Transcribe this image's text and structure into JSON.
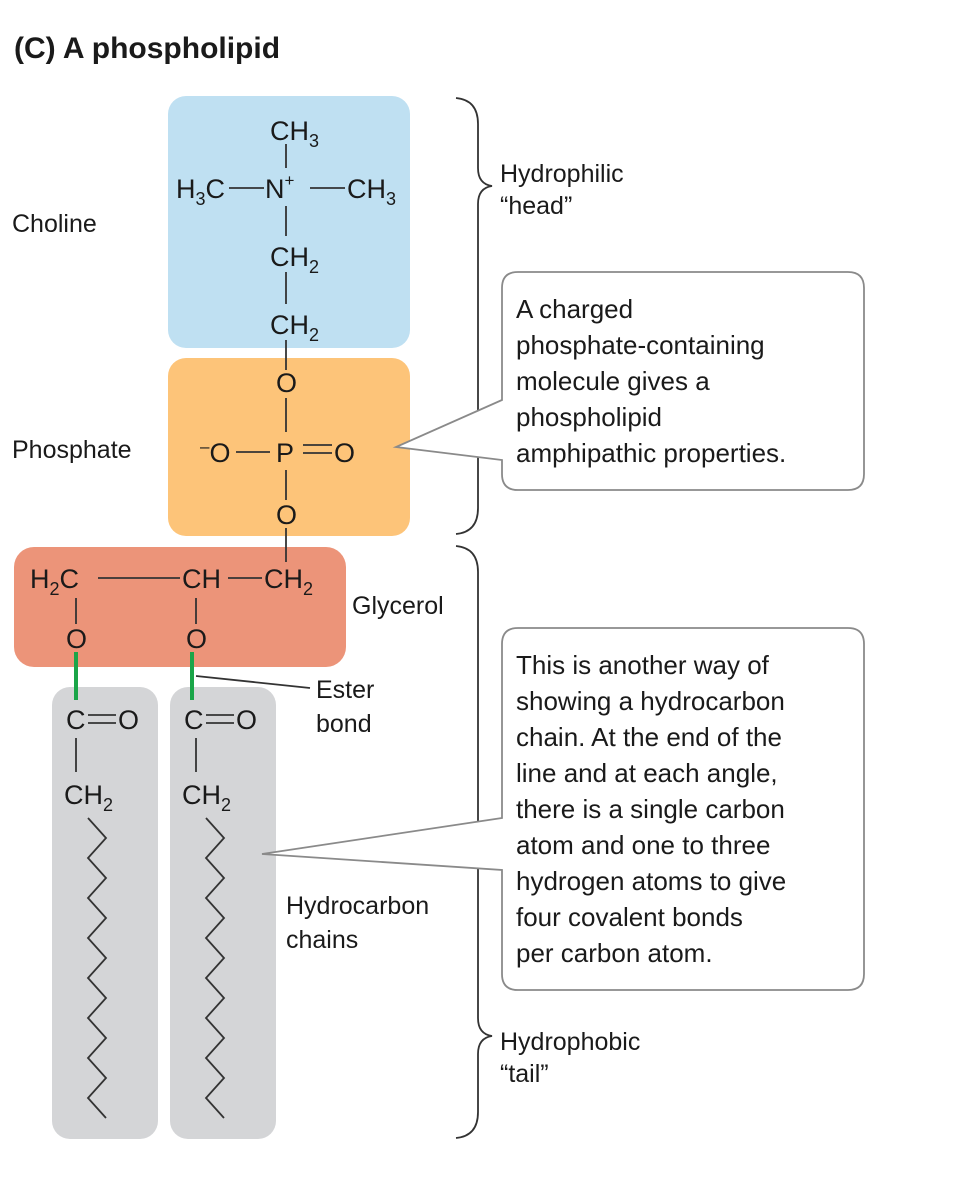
{
  "title": "(C)  A phospholipid",
  "atoms": {
    "ch3_top": "CH",
    "h3c_left": "H",
    "h3c_c": "C",
    "n_plus": "N",
    "ch3_right": "CH",
    "sub_3": "3",
    "sup_plus": "+",
    "ch2": "CH",
    "sub_2": "2",
    "o": "O",
    "o_minus_sup": "–",
    "p": "P",
    "h2c_glyc": "H",
    "h2c_c": "C",
    "ch_glyc": "CH",
    "c_eq_o": "C",
    "equals_o": "O"
  },
  "labels": {
    "choline": "Choline",
    "phosphate": "Phosphate",
    "glycerol": "Glycerol",
    "ester_line1": "Ester",
    "ester_line2": "bond",
    "hydrocarbon_line1": "Hydrocarbon",
    "hydrocarbon_line2": "chains",
    "hydrophilic_line1": "Hydrophilic",
    "hydrophilic_line2": "“head”",
    "hydrophobic_line1": "Hydrophobic",
    "hydrophobic_line2": "“tail”"
  },
  "callouts": {
    "charged": [
      "A charged",
      "phosphate-containing",
      "molecule gives a",
      "phospholipid",
      "amphipathic properties."
    ],
    "hydrocarbon": [
      "This is another way of",
      "showing a hydrocarbon",
      "chain. At the end of the",
      "line and at each angle,",
      "there is a single carbon",
      "atom and one to three",
      "hydrogen atoms to give",
      "four covalent bonds",
      "per carbon atom."
    ]
  },
  "colors": {
    "choline_box": "#bfe0f2",
    "phosphate_box": "#fdc479",
    "glycerol_box": "#ec9479",
    "chain_box": "#d4d5d7",
    "ester_bond": "#1aa548",
    "callout_border": "#8a8a8a"
  }
}
